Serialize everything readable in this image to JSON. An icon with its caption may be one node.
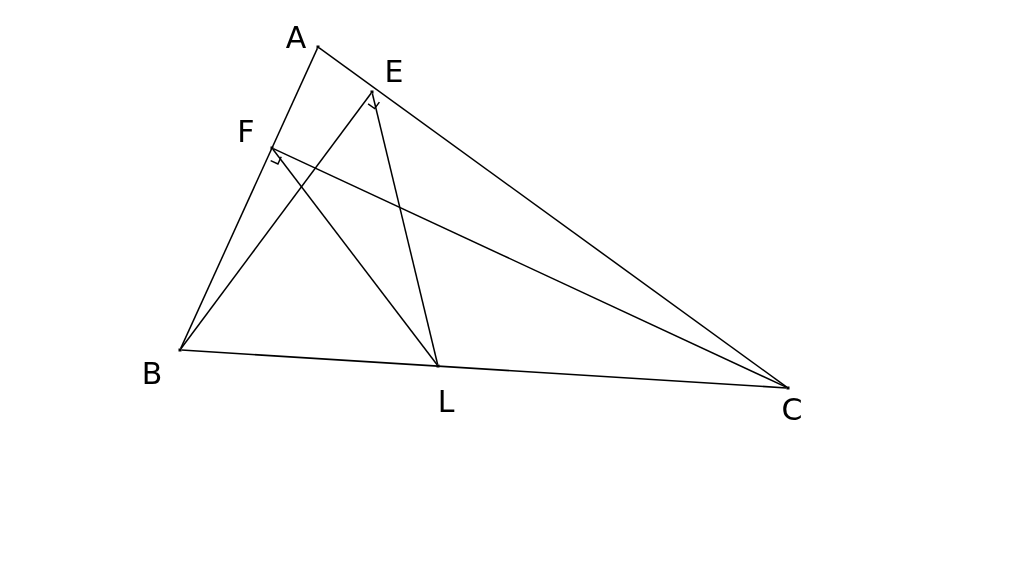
{
  "diagram": {
    "nodes": [
      {
        "text": [],
        "shape": "point",
        "beside": [
          "A"
        ]
      },
      {
        "text": [],
        "shape": "point",
        "beside": [
          "E"
        ]
      },
      {
        "text": [],
        "shape": "point",
        "beside": [
          "F"
        ]
      },
      {
        "text": [],
        "shape": "point",
        "beside": [
          "B"
        ]
      },
      {
        "text": [],
        "shape": "point",
        "beside": [
          "L"
        ]
      },
      {
        "text": [],
        "shape": "point",
        "beside": [
          "C"
        ]
      }
    ],
    "edges": [
      {
        "from": 0,
        "to": 3,
        "arrow": "none"
      },
      {
        "from": 0,
        "to": 5,
        "arrow": "none"
      },
      {
        "from": 3,
        "to": 5,
        "arrow": "none"
      },
      {
        "from": 3,
        "to": 1,
        "arrow": "none"
      },
      {
        "from": 5,
        "to": 2,
        "arrow": "none"
      },
      {
        "from": 2,
        "to": 4,
        "arrow": "none"
      },
      {
        "from": 1,
        "to": 4,
        "arrow": "none"
      }
    ]
  }
}
